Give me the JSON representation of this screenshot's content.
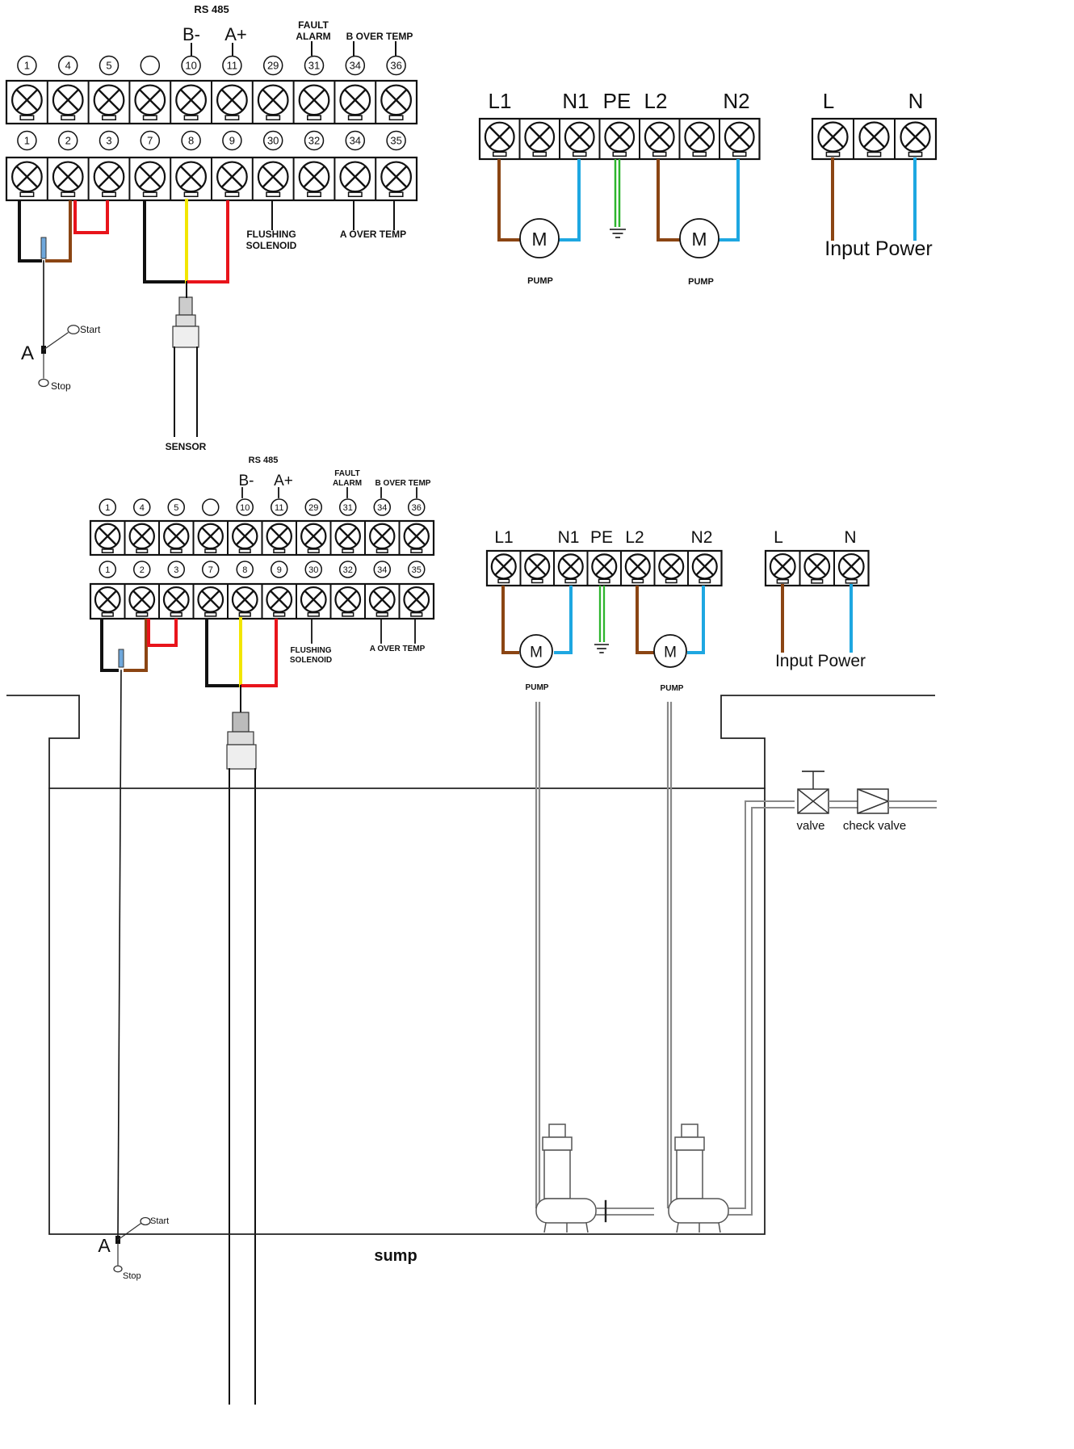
{
  "section1": {
    "rs485": "RS 485",
    "b_minus": "B-",
    "a_plus": "A+",
    "fault_alarm_1": "FAULT",
    "fault_alarm_2": "ALARM",
    "b_over_temp": "B OVER TEMP",
    "top_numbers": [
      "1",
      "4",
      "5",
      "",
      "10",
      "11",
      "29",
      "31",
      "34",
      "36"
    ],
    "bottom_numbers": [
      "1",
      "2",
      "3",
      "7",
      "8",
      "9",
      "30",
      "32",
      "34",
      "35"
    ],
    "flushing_1": "FLUSHING",
    "flushing_2": "SOLENOID",
    "a_over_temp": "A OVER TEMP",
    "float_label": "A",
    "start": "Start",
    "stop": "Stop",
    "sensor": "SENSOR",
    "power_terms": [
      "L1",
      "N1",
      "PE",
      "L2",
      "N2"
    ],
    "motor": "M",
    "pump": "PUMP",
    "input_terms": [
      "L",
      "N"
    ],
    "input_power": "Input Power"
  },
  "section2": {
    "rs485": "RS 485",
    "b_minus": "B-",
    "a_plus": "A+",
    "fault_alarm_1": "FAULT",
    "fault_alarm_2": "ALARM",
    "b_over_temp": "B OVER TEMP",
    "top_numbers": [
      "1",
      "4",
      "5",
      "",
      "10",
      "11",
      "29",
      "31",
      "34",
      "36"
    ],
    "bottom_numbers": [
      "1",
      "2",
      "3",
      "7",
      "8",
      "9",
      "30",
      "32",
      "34",
      "35"
    ],
    "flushing_1": "FLUSHING",
    "flushing_2": "SOLENOID",
    "a_over_temp": "A OVER TEMP",
    "float_label": "A",
    "start": "Start",
    "stop": "Stop",
    "power_terms": [
      "L1",
      "N1",
      "PE",
      "L2",
      "N2"
    ],
    "motor": "M",
    "pump": "PUMP",
    "input_terms": [
      "L",
      "N"
    ],
    "input_power": "Input Power",
    "valve": "valve",
    "check_valve": "check valve",
    "sump": "sump"
  },
  "colors": {
    "brown": "#8B4513",
    "blue": "#1EA7E1",
    "red": "#E8141B",
    "yellow": "#F2E600",
    "black": "#111111",
    "green": "#2DB52D",
    "pipe": "#888888"
  }
}
